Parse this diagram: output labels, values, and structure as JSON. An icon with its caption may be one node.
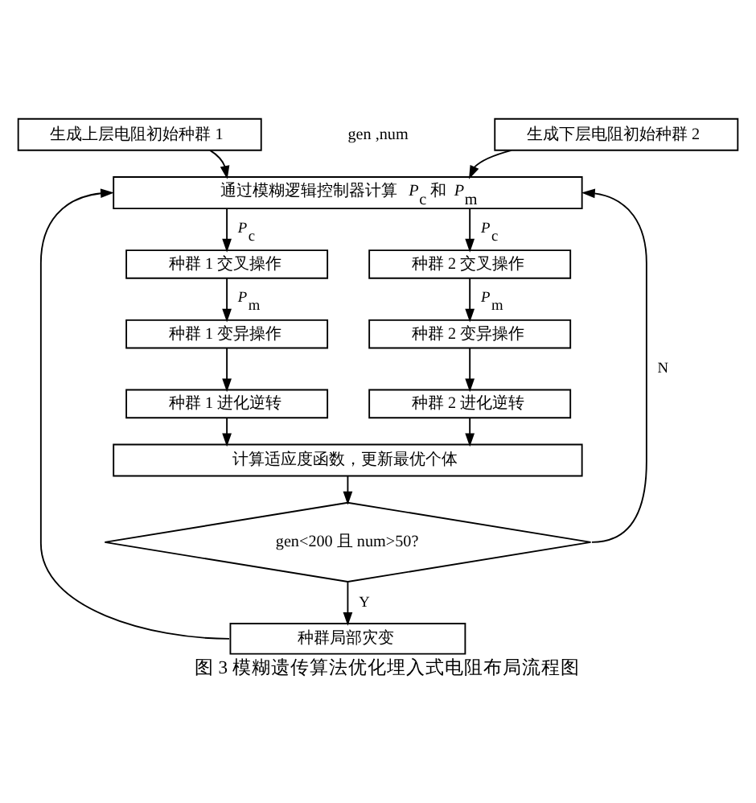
{
  "diagram": {
    "caption": "图 3 模糊遗传算法优化埋入式电阻布局流程图",
    "nodes": [
      {
        "text": [
          "生成上层电阻初始种群 1"
        ]
      },
      {
        "text": [
          "生成下层电阻初始种群 2"
        ]
      },
      {
        "text": [
          "通过模糊逻辑控制器计算 *P*$_{c}$ 和 *P*$_{m}$"
        ]
      },
      {
        "text": [
          "种群 1 交叉操作"
        ]
      },
      {
        "text": [
          "种群 2 交叉操作"
        ]
      },
      {
        "text": [
          "种群 1 变异操作"
        ]
      },
      {
        "text": [
          "种群 2 变异操作"
        ]
      },
      {
        "text": [
          "种群 1 进化逆转"
        ]
      },
      {
        "text": [
          "种群 2 进化逆转"
        ]
      },
      {
        "text": [
          "计算适应度函数，更新最优个体"
        ]
      },
      {
        "text": [
          "gen<200 且 num>50?"
        ]
      },
      {
        "text": [
          "种群局部灾变"
        ]
      }
    ],
    "edges": [
      {
        "from": 0,
        "to": 2,
        "arrow": "to"
      },
      {
        "from": 1,
        "to": 2,
        "arrow": "to"
      },
      {
        "from": 2,
        "to": 3,
        "arrow": "to",
        "label": "*P*$_{c}$"
      },
      {
        "from": 2,
        "to": 4,
        "arrow": "to",
        "label": "*P*$_{c}$"
      },
      {
        "from": 3,
        "to": 5,
        "arrow": "to",
        "label": "*P*$_{m}$"
      },
      {
        "from": 4,
        "to": 6,
        "arrow": "to",
        "label": "*P*$_{m}$"
      },
      {
        "from": 5,
        "to": 7,
        "arrow": "to"
      },
      {
        "from": 6,
        "to": 8,
        "arrow": "to"
      },
      {
        "from": 7,
        "to": 9,
        "arrow": "to"
      },
      {
        "from": 8,
        "to": 9,
        "arrow": "to"
      },
      {
        "from": 9,
        "to": 10,
        "arrow": "to"
      },
      {
        "from": 10,
        "to": 11,
        "arrow": "to",
        "label": "Y"
      },
      {
        "from": 10,
        "to": 2,
        "arrow": "to",
        "label": "N"
      },
      {
        "from": 11,
        "to": 2,
        "arrow": "to"
      }
    ],
    "labels": [
      "gen ,num"
    ]
  }
}
